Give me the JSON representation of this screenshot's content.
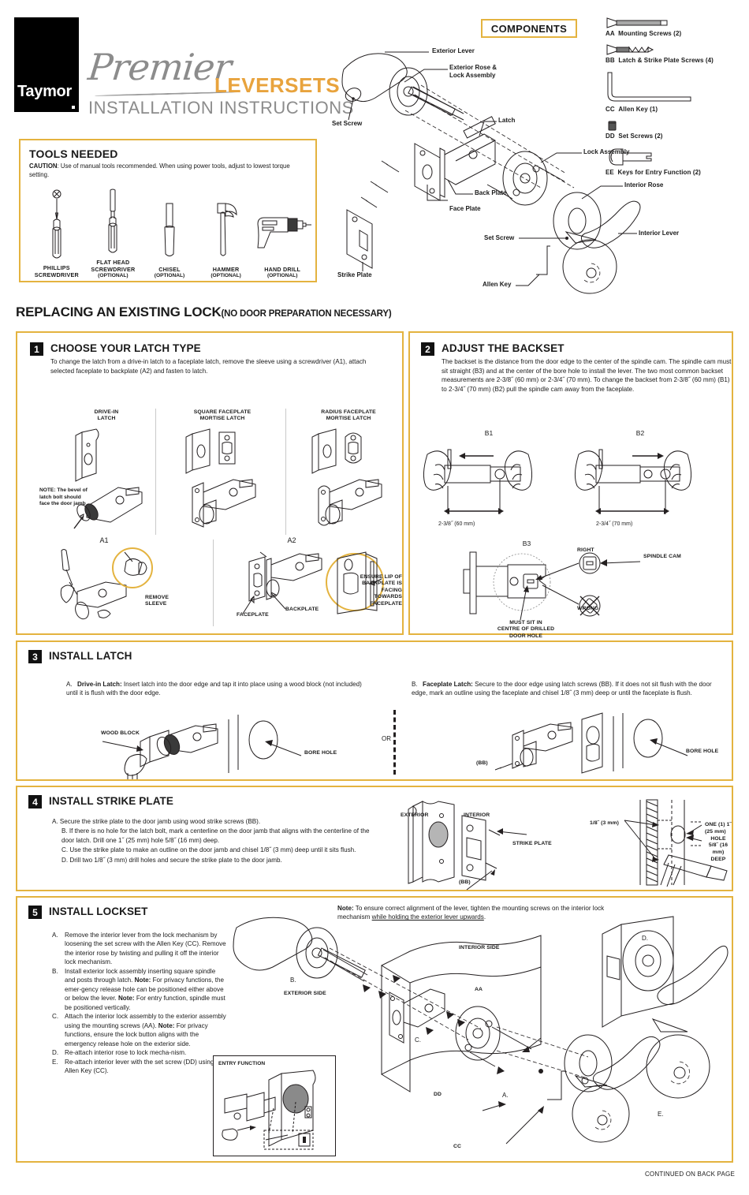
{
  "header": {
    "brand": "Taymor",
    "script_word": "Premier",
    "product_line": "LEVERSETS",
    "subtitle": "INSTALLATION INSTRUCTIONS",
    "accent_color": "#e4b33f",
    "brand_color": "#000000"
  },
  "tools": {
    "title": "TOOLS NEEDED",
    "caution_label": "CAUTION",
    "caution_text": ": Use of manual tools recommended. When using power tools, adjust to lowest torque setting.",
    "items": [
      {
        "name": "PHILLIPS\nSCREWDRIVER",
        "line1": "PHILLIPS",
        "line2": "SCREWDRIVER",
        "optional": "",
        "icon": "phillips-screwdriver-icon"
      },
      {
        "line1": "FLAT HEAD",
        "line2": "SCREWDRIVER",
        "optional": "(OPTIONAL)",
        "icon": "flathead-screwdriver-icon"
      },
      {
        "line1": "CHISEL",
        "line2": "",
        "optional": "(OPTIONAL)",
        "icon": "chisel-icon"
      },
      {
        "line1": "HAMMER",
        "line2": "",
        "optional": "(OPTIONAL)",
        "icon": "hammer-icon"
      },
      {
        "line1": "HAND DRILL",
        "line2": "",
        "optional": "(OPTIONAL)",
        "icon": "hand-drill-icon"
      }
    ]
  },
  "components": {
    "badge": "COMPONENTS",
    "items": [
      {
        "code": "AA",
        "label": "Mounting Screws (2)",
        "icon": "machine-screw-icon"
      },
      {
        "code": "BB",
        "label": "Latch & Strike Plate Screws (4)",
        "icon": "wood-screw-icon"
      },
      {
        "code": "CC",
        "label": "Allen Key (1)",
        "icon": "allen-key-icon"
      },
      {
        "code": "DD",
        "label": "Set Screws (2)",
        "icon": "set-screw-icon"
      },
      {
        "code": "EE",
        "label": "Keys for Entry Function (2)",
        "icon": "key-icon"
      }
    ]
  },
  "exploded_diagram": {
    "labels": [
      "Exterior Lever",
      "Exterior Rose &\nLock Assembly",
      "Set Screw",
      "Latch",
      "Lock Assembly",
      "Back Plate",
      "Face Plate",
      "Strike Plate",
      "Interior Rose",
      "Interior Lever",
      "Set Screw",
      "Allen Key"
    ],
    "exterior_lever": "Exterior Lever",
    "exterior_rose": "Exterior Rose &",
    "exterior_rose2": "Lock Assembly",
    "set_screw_left": "Set Screw",
    "latch": "Latch",
    "lock_assembly": "Lock Assembly",
    "back_plate": "Back Plate",
    "face_plate": "Face Plate",
    "strike_plate": "Strike Plate",
    "interior_rose": "Interior Rose",
    "interior_lever": "Interior Lever",
    "set_screw_right": "Set Screw",
    "allen_key": "Allen Key"
  },
  "section": {
    "title": "REPLACING AN EXISTING LOCK",
    "subtitle": "(NO DOOR PREPARATION NECESSARY)"
  },
  "steps": [
    {
      "number": "1",
      "title": "CHOOSE YOUR LATCH TYPE",
      "body": "To change the latch from a drive-in latch to a faceplate latch, remove the sleeve using a screwdriver (A1), attach selected faceplate to backplate (A2) and fasten to latch.",
      "diagram_labels": {
        "col1_l1": "DRIVE-IN",
        "col1_l2": "LATCH",
        "col2_l1": "SQUARE FACEPLATE",
        "col2_l2": "MORTISE LATCH",
        "col3_l1": "RADIUS FACEPLATE",
        "col3_l2": "MORTISE LATCH",
        "note": "NOTE: The bevel of\nlatch bolt should\nface the door jamb",
        "a1": "A1",
        "a2": "A2",
        "remove_sleeve": "REMOVE\nSLEEVE",
        "faceplate": "FACEPLATE",
        "backplate": "BACKPLATE",
        "ensure_lip": "ENSURE LIP OF\nBACKPLATE IS\nFACING TOWARDS\nFACEPLATE"
      }
    },
    {
      "number": "2",
      "title": "ADJUST THE BACKSET",
      "body": "The backset is the distance from the door edge to the center of the spindle cam. The spindle cam must sit straight (B3) and at the center of the bore hole to install the lever. The two most common backset measurements are 2-3/8˝ (60 mm) or 2-3/4˝ (70 mm). To change the backset from 2-3/8˝ (60 mm) (B1) to 2-3/4˝ (70 mm) (B2) pull the spindle cam away from the faceplate.",
      "diagram_labels": {
        "b1": "B1",
        "b2": "B2",
        "b3": "B3",
        "dim_b1": "2-3/8˝ (60 mm)",
        "dim_b2": "2-3/4˝ (70 mm)",
        "right": "RIGHT",
        "wrong": "WRONG",
        "spindle_cam": "SPINDLE CAM",
        "must_sit": "MUST SIT IN\nCENTRE OF DRILLED\nDOOR HOLE"
      }
    },
    {
      "number": "3",
      "title": "INSTALL LATCH",
      "item_a_label": "A.",
      "item_a_bold": "Drive-in Latch:",
      "item_a_text": " Insert latch into the door edge and tap it into place using a wood block (not included) until it is flush with the door edge.",
      "item_b_label": "B.",
      "item_b_bold": "Faceplate Latch:",
      "item_b_text": " Secure to the door edge using latch screws (BB). If it does not sit flush with the door edge, mark an outline using the faceplate and chisel 1/8˝ (3 mm) deep or until the faceplate is flush.",
      "diagram_labels": {
        "wood_block": "WOOD BLOCK",
        "bore_hole_left": "BORE HOLE",
        "or": "OR",
        "bb": "(BB)",
        "bore_hole_right": "BORE HOLE"
      }
    },
    {
      "number": "4",
      "title": "INSTALL STRIKE PLATE",
      "items": [
        "A. Secure the strike plate to the door jamb using wood strike screws (BB).",
        "B. If there is no hole for the latch bolt, mark a centerline on the door jamb that aligns with the centerline of the door latch. Drill one 1˝ (25 mm) hole 5/8˝ (16 mm) deep.",
        "C. Use the strike plate to make an outline on the door jamb and chisel 1/8˝ (3 mm) deep until it sits flush.",
        "D. Drill two 1/8˝ (3 mm) drill holes and secure the strike plate to the door jamb."
      ],
      "diagram_labels": {
        "exterior": "EXTERIOR",
        "interior": "INTERIOR",
        "strike_plate": "STRIKE PLATE",
        "bb": "(BB)",
        "dim_eighth": "1/8˝ (3 mm)",
        "hole_l1": "ONE (1) 1˝ (25 mm)",
        "hole_l2": "HOLE",
        "hole_l3": "5/8˝ (16 mm)",
        "hole_l4": "DEEP"
      }
    },
    {
      "number": "5",
      "title": "INSTALL LOCKSET",
      "items": [
        {
          "label": "A.",
          "text": "Remove the interior lever from the lock mechanism by loosening the set screw with the Allen Key (CC). Remove the interior rose by twisting and pulling it off the interior lock mechanism."
        },
        {
          "label": "B.",
          "text": "Install exterior lock assembly inserting square spindle and posts through latch."
        },
        {
          "label": "",
          "bold": "Note:",
          "text": " For privacy functions, the emer-gency release hole can be positioned either above or below the lever."
        },
        {
          "label": "",
          "bold": "Note:",
          "text": " For entry function, spindle must be positioned vertically."
        },
        {
          "label": "C.",
          "text": "Attach the interior lock assembly to the exterior assembly using the mounting screws (AA). ",
          "bold2": "Note:",
          "text2": " For privacy functions, ensure the lock button aligns with the emergency release hole on the exterior side."
        },
        {
          "label": "D.",
          "text": "Re-attach interior rose to lock mecha-nism."
        },
        {
          "label": "E.",
          "text": "Re-attach interior lever with the set screw (DD) using the Allen Key (CC)."
        }
      ],
      "note_bold": "Note:",
      "note_text": " To ensure correct alignment of the lever, tighten the mounting screws on the interior lock mechanism ",
      "note_underline": "while holding the exterior lever upwards",
      "note_end": ".",
      "diagram_labels": {
        "interior_side": "INTERIOR SIDE",
        "exterior_side": "EXTERIOR SIDE",
        "b": "B.",
        "c": "C.",
        "d": "D.",
        "a": "A.",
        "e": "E.",
        "aa": "AA",
        "dd": "DD",
        "cc": "CC",
        "entry_function": "ENTRY FUNCTION"
      }
    }
  ],
  "footer": {
    "text": "CONTINUED ON BACK PAGE"
  }
}
